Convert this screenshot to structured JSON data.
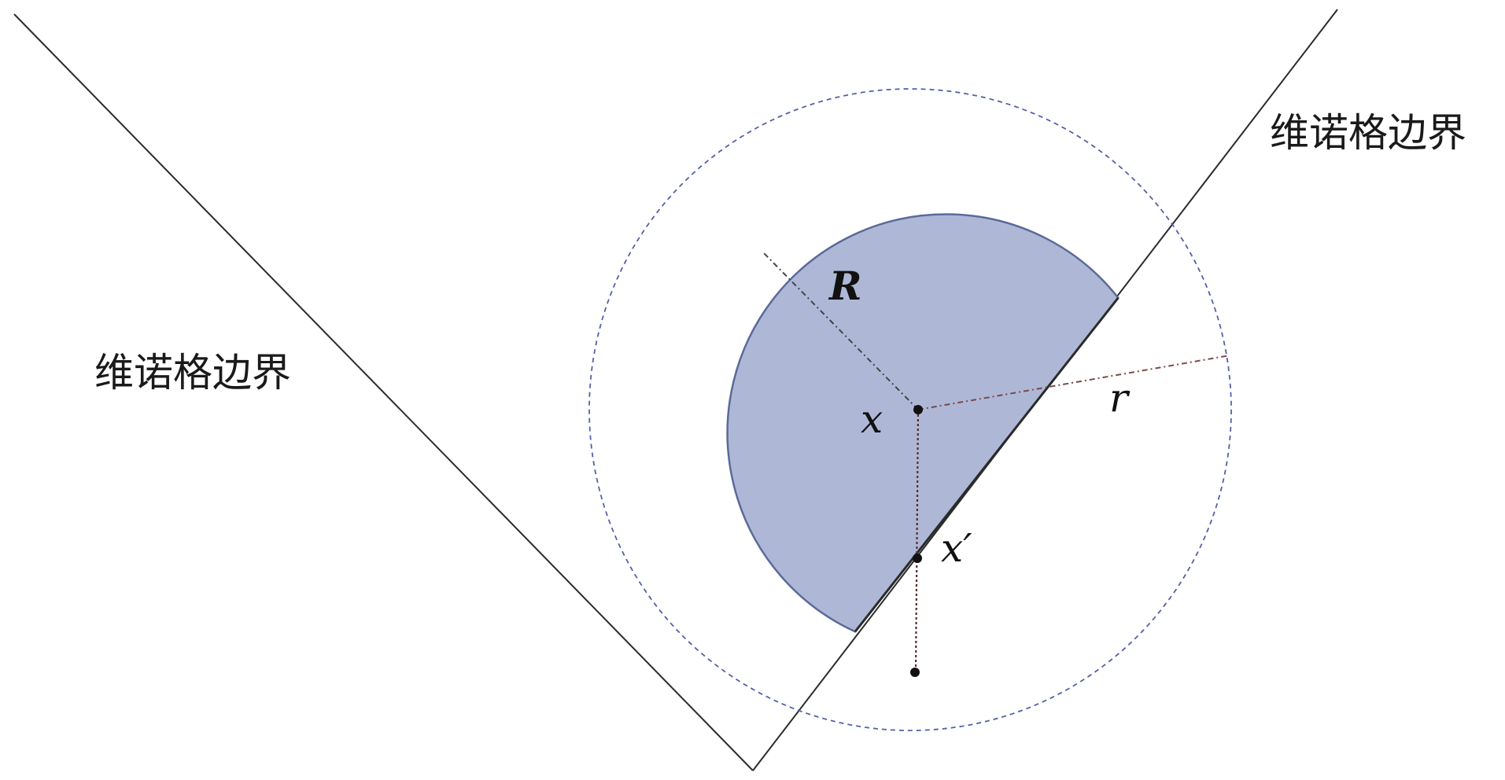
{
  "diagram": {
    "boundary_label_left": "维诺格边界",
    "boundary_label_right": "维诺格边界",
    "label_R": "R",
    "label_r": "r",
    "label_x": "x",
    "label_x_prime": "x′"
  },
  "colors": {
    "background": "#ffffff",
    "boundary_line": "#2b2b2b",
    "region_fill": "#aeb8d6",
    "region_stroke": "#5a6a9a",
    "outer_circle": "#5560a8",
    "construction_line": "#555555",
    "point": "#111111"
  }
}
